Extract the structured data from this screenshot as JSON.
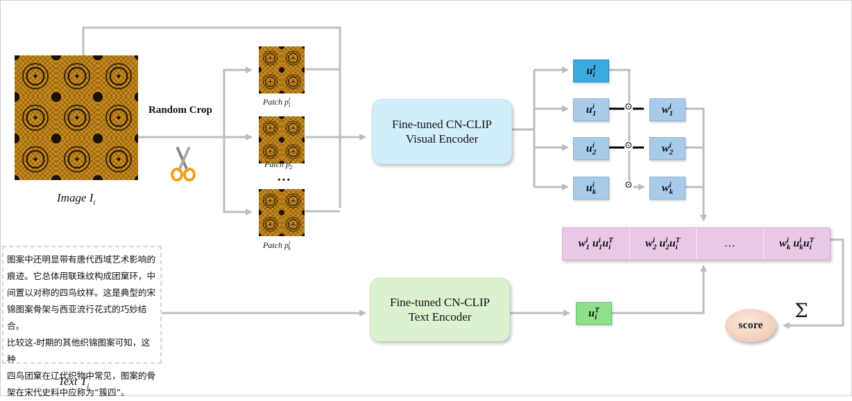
{
  "image_caption": "Image I",
  "image_caption_sub": "i",
  "random_crop_label": "Random Crop",
  "patches": [
    {
      "caption": "Patch p",
      "sup": "i",
      "sub": "1"
    },
    {
      "caption": "Patch p",
      "sup": "i",
      "sub": "2"
    },
    {
      "caption": "Patch p",
      "sup": "i",
      "sub": "k"
    }
  ],
  "patch_ellipsis": "…",
  "visual_encoder": {
    "line1": "Fine-tuned CN-CLIP",
    "line2": "Visual Encoder"
  },
  "text_encoder": {
    "line1": "Fine-tuned CN-CLIP",
    "line2": "Text Encoder"
  },
  "image_vector": {
    "base": "u",
    "sup": "I",
    "sub": "i"
  },
  "patch_vectors": [
    {
      "base": "u",
      "sup": "i",
      "sub": "1"
    },
    {
      "base": "u",
      "sup": "i",
      "sub": "2"
    },
    {
      "base": "u",
      "sup": "i",
      "sub": "k"
    }
  ],
  "weight_vectors": [
    {
      "base": "w",
      "sup": "i",
      "sub": "1"
    },
    {
      "base": "w",
      "sup": "i",
      "sub": "2"
    },
    {
      "base": "w",
      "sup": "i",
      "sub": "k"
    }
  ],
  "text_vector": {
    "base": "u",
    "sup": "T",
    "sub": "i"
  },
  "hadamard_symbol": "⊙",
  "result_cells": [
    {
      "w_sub": "1",
      "u_sub": "1"
    },
    {
      "dots": "…"
    },
    {
      "w_sub": "2",
      "u_sub": "2"
    },
    {
      "w_sub": "k",
      "u_sub": "k"
    }
  ],
  "score_label": "score",
  "sum_symbol": "Σ",
  "text_content": "图案中还明显带有唐代西域艺术影响的\n痕迹。它总体用联珠纹构成团窠环，中\n间置以对称的四鸟纹样。这是典型的宋\n锦图案骨架与西亚流行花式的巧妙结合。\n比较这-时期的其他织锦图案可知，这种\n四鸟团窠在辽代织物中常见，图案的骨\n架在宋代史料中应称为“簇四”。",
  "text_caption": "Text T",
  "text_caption_sub": "i",
  "colors": {
    "arrow": "#bdbdbd",
    "visual_encoder_fill": "#d2eefa",
    "text_encoder_fill": "#dcf1d0",
    "image_vector_fill": "#3aa9dc",
    "patch_vector_fill": "#a8cbea",
    "text_vector_fill": "#8fe08a",
    "result_fill": "#e8c8e6",
    "score_fill": "#f0cdb6",
    "pattern_gold": "#c98a1c"
  }
}
